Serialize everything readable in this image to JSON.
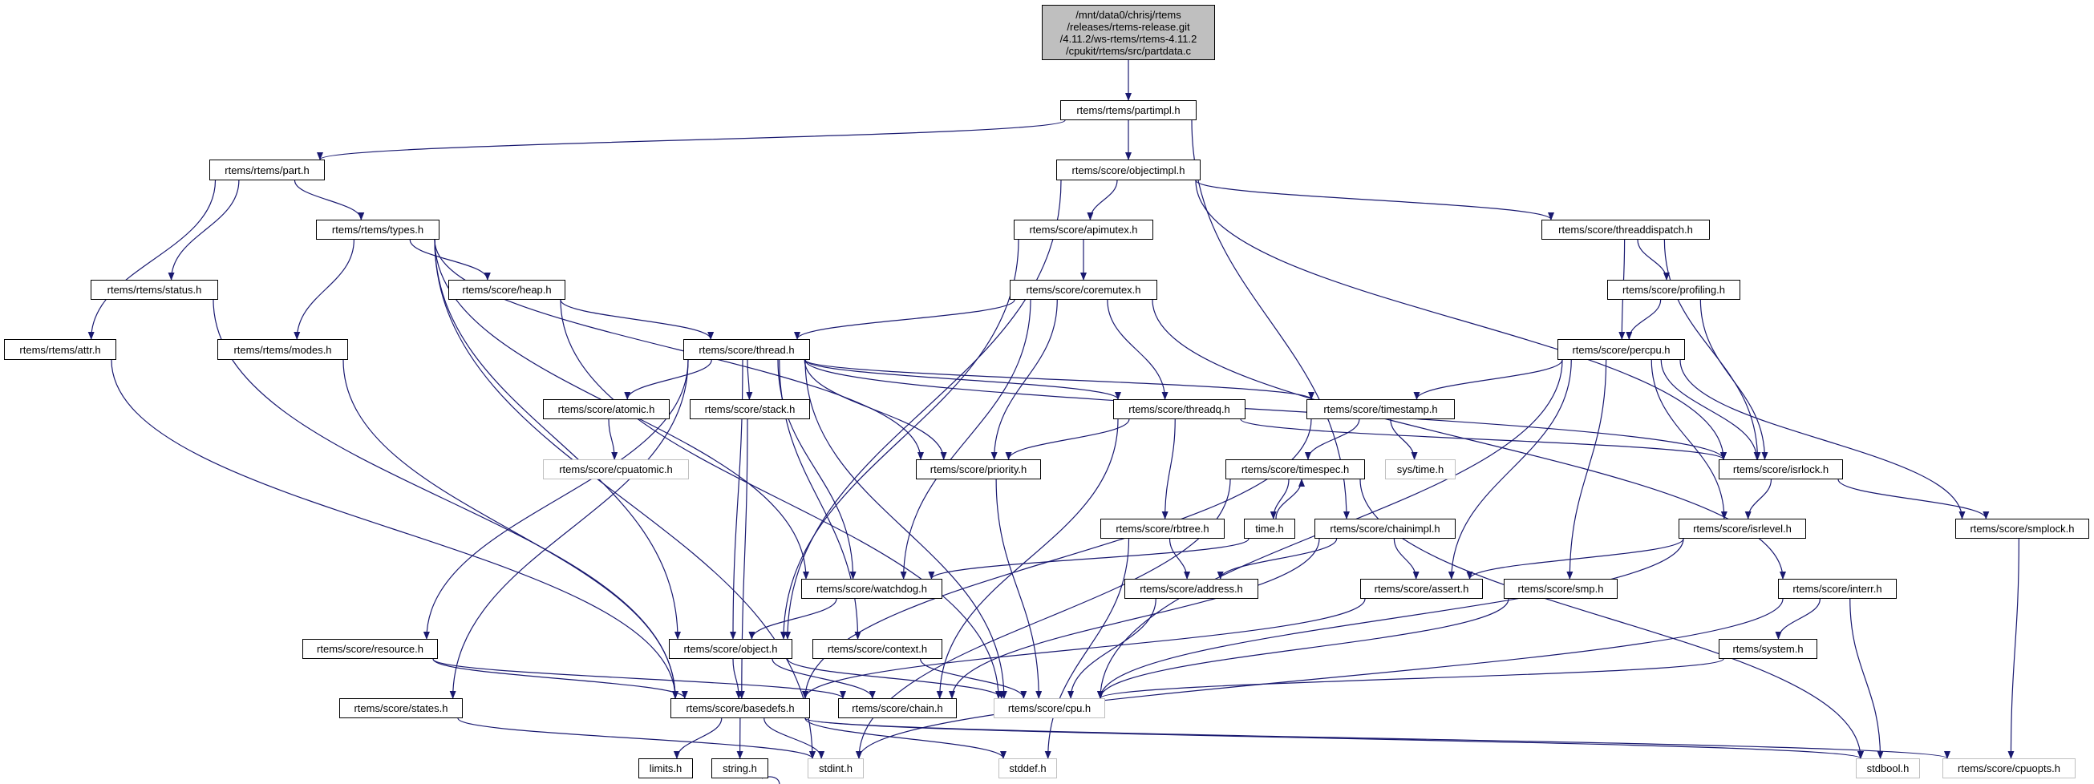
{
  "colors": {
    "edge": "#191970",
    "root_fill": "#bfbfbf",
    "node_border": "#000000",
    "system_header_border": "#bfbfbf"
  },
  "nodes": {
    "source": "/mnt/data0/chrisj/rtems\n/releases/rtems-release.git\n/4.11.2/ws-rtems/rtems-4.11.2\n/cpukit/rtems/src/partdata.c",
    "partimpl": "rtems/rtems/partimpl.h",
    "part": "rtems/rtems/part.h",
    "objectimpl": "rtems/score/objectimpl.h",
    "types": "rtems/rtems/types.h",
    "apimutex": "rtems/score/apimutex.h",
    "threaddispatch": "rtems/score/threaddispatch.h",
    "status": "rtems/rtems/status.h",
    "heap": "rtems/score/heap.h",
    "coremutex": "rtems/score/coremutex.h",
    "profiling": "rtems/score/profiling.h",
    "attr": "rtems/rtems/attr.h",
    "modes": "rtems/rtems/modes.h",
    "thread": "rtems/score/thread.h",
    "percpu": "rtems/score/percpu.h",
    "atomic": "rtems/score/atomic.h",
    "stack": "rtems/score/stack.h",
    "threadq": "rtems/score/threadq.h",
    "timestamp": "rtems/score/timestamp.h",
    "cpuatomic": "rtems/score/cpuatomic.h",
    "priority": "rtems/score/priority.h",
    "timespec": "rtems/score/timespec.h",
    "systime": "sys/time.h",
    "isrlock": "rtems/score/isrlock.h",
    "rbtree": "rtems/score/rbtree.h",
    "time": "time.h",
    "chainimpl": "rtems/score/chainimpl.h",
    "isrlevel": "rtems/score/isrlevel.h",
    "smplock": "rtems/score/smplock.h",
    "watchdog": "rtems/score/watchdog.h",
    "address": "rtems/score/address.h",
    "assert": "rtems/score/assert.h",
    "smp": "rtems/score/smp.h",
    "interr": "rtems/score/interr.h",
    "resource": "rtems/score/resource.h",
    "object": "rtems/score/object.h",
    "context": "rtems/score/context.h",
    "system": "rtems/system.h",
    "states": "rtems/score/states.h",
    "basedefs": "rtems/score/basedefs.h",
    "chain": "rtems/score/chain.h",
    "cpu": "rtems/score/cpu.h",
    "limits": "limits.h",
    "string": "string.h",
    "stdint": "stdint.h",
    "stddef": "stddef.h",
    "stdbool": "stdbool.h",
    "cpuopts": "rtems/score/cpuopts.h"
  },
  "system_headers": [
    "cpuatomic",
    "systime",
    "cpu",
    "stdint",
    "stddef",
    "stdbool",
    "cpuopts"
  ],
  "edges": [
    [
      "source",
      "partimpl"
    ],
    [
      "partimpl",
      "part"
    ],
    [
      "partimpl",
      "objectimpl"
    ],
    [
      "partimpl",
      "chainimpl"
    ],
    [
      "part",
      "types"
    ],
    [
      "part",
      "status"
    ],
    [
      "part",
      "attr"
    ],
    [
      "types",
      "modes"
    ],
    [
      "types",
      "heap"
    ],
    [
      "types",
      "priority"
    ],
    [
      "types",
      "watchdog"
    ],
    [
      "types",
      "object"
    ],
    [
      "types",
      "stdint"
    ],
    [
      "status",
      "basedefs"
    ],
    [
      "attr",
      "basedefs"
    ],
    [
      "modes",
      "basedefs"
    ],
    [
      "heap",
      "thread"
    ],
    [
      "heap",
      "cpu"
    ],
    [
      "objectimpl",
      "apimutex"
    ],
    [
      "objectimpl",
      "object"
    ],
    [
      "objectimpl",
      "threaddispatch"
    ],
    [
      "objectimpl",
      "isrlock"
    ],
    [
      "apimutex",
      "coremutex"
    ],
    [
      "apimutex",
      "object"
    ],
    [
      "coremutex",
      "thread"
    ],
    [
      "coremutex",
      "priority"
    ],
    [
      "coremutex",
      "watchdog"
    ],
    [
      "coremutex",
      "threadq"
    ],
    [
      "coremutex",
      "interr"
    ],
    [
      "threaddispatch",
      "profiling"
    ],
    [
      "threaddispatch",
      "percpu"
    ],
    [
      "threaddispatch",
      "isrlock"
    ],
    [
      "profiling",
      "percpu"
    ],
    [
      "profiling",
      "isrlock"
    ],
    [
      "thread",
      "atomic"
    ],
    [
      "thread",
      "stack"
    ],
    [
      "thread",
      "priority"
    ],
    [
      "thread",
      "threadq"
    ],
    [
      "thread",
      "timestamp"
    ],
    [
      "thread",
      "isrlock"
    ],
    [
      "thread",
      "context"
    ],
    [
      "thread",
      "object"
    ],
    [
      "thread",
      "watchdog"
    ],
    [
      "thread",
      "resource"
    ],
    [
      "thread",
      "states"
    ],
    [
      "thread",
      "cpu"
    ],
    [
      "percpu",
      "timestamp"
    ],
    [
      "percpu",
      "isrlock"
    ],
    [
      "percpu",
      "isrlevel"
    ],
    [
      "percpu",
      "smplock"
    ],
    [
      "percpu",
      "smp"
    ],
    [
      "percpu",
      "assert"
    ],
    [
      "percpu",
      "cpu"
    ],
    [
      "atomic",
      "cpuatomic"
    ],
    [
      "stack",
      "basedefs"
    ],
    [
      "threadq",
      "priority"
    ],
    [
      "threadq",
      "rbtree"
    ],
    [
      "threadq",
      "chain"
    ],
    [
      "threadq",
      "isrlock"
    ],
    [
      "timestamp",
      "timespec"
    ],
    [
      "timestamp",
      "systime"
    ],
    [
      "timestamp",
      "basedefs"
    ],
    [
      "timespec",
      "time"
    ],
    [
      "timespec",
      "stdbool"
    ],
    [
      "timespec",
      "stdint"
    ],
    [
      "time",
      "timespec"
    ],
    [
      "time",
      "watchdog"
    ],
    [
      "priority",
      "cpu"
    ],
    [
      "isrlock",
      "isrlevel"
    ],
    [
      "isrlock",
      "smplock"
    ],
    [
      "rbtree",
      "address"
    ],
    [
      "rbtree",
      "stddef"
    ],
    [
      "chainimpl",
      "address"
    ],
    [
      "chainimpl",
      "assert"
    ],
    [
      "chainimpl",
      "chain"
    ],
    [
      "isrlevel",
      "assert"
    ],
    [
      "isrlevel",
      "cpu"
    ],
    [
      "smplock",
      "cpuopts"
    ],
    [
      "watchdog",
      "object"
    ],
    [
      "address",
      "cpu"
    ],
    [
      "assert",
      "basedefs"
    ],
    [
      "smp",
      "cpu"
    ],
    [
      "interr",
      "system"
    ],
    [
      "interr",
      "stdbool"
    ],
    [
      "interr",
      "stdint"
    ],
    [
      "resource",
      "basedefs"
    ],
    [
      "resource",
      "chain"
    ],
    [
      "object",
      "basedefs"
    ],
    [
      "object",
      "chain"
    ],
    [
      "object",
      "cpu"
    ],
    [
      "context",
      "cpu"
    ],
    [
      "system",
      "cpu"
    ],
    [
      "states",
      "stdint"
    ],
    [
      "basedefs",
      "limits"
    ],
    [
      "basedefs",
      "string"
    ],
    [
      "basedefs",
      "stdint"
    ],
    [
      "basedefs",
      "stddef"
    ],
    [
      "basedefs",
      "stdbool"
    ],
    [
      "basedefs",
      "cpuopts"
    ],
    [
      "string",
      "string"
    ]
  ]
}
